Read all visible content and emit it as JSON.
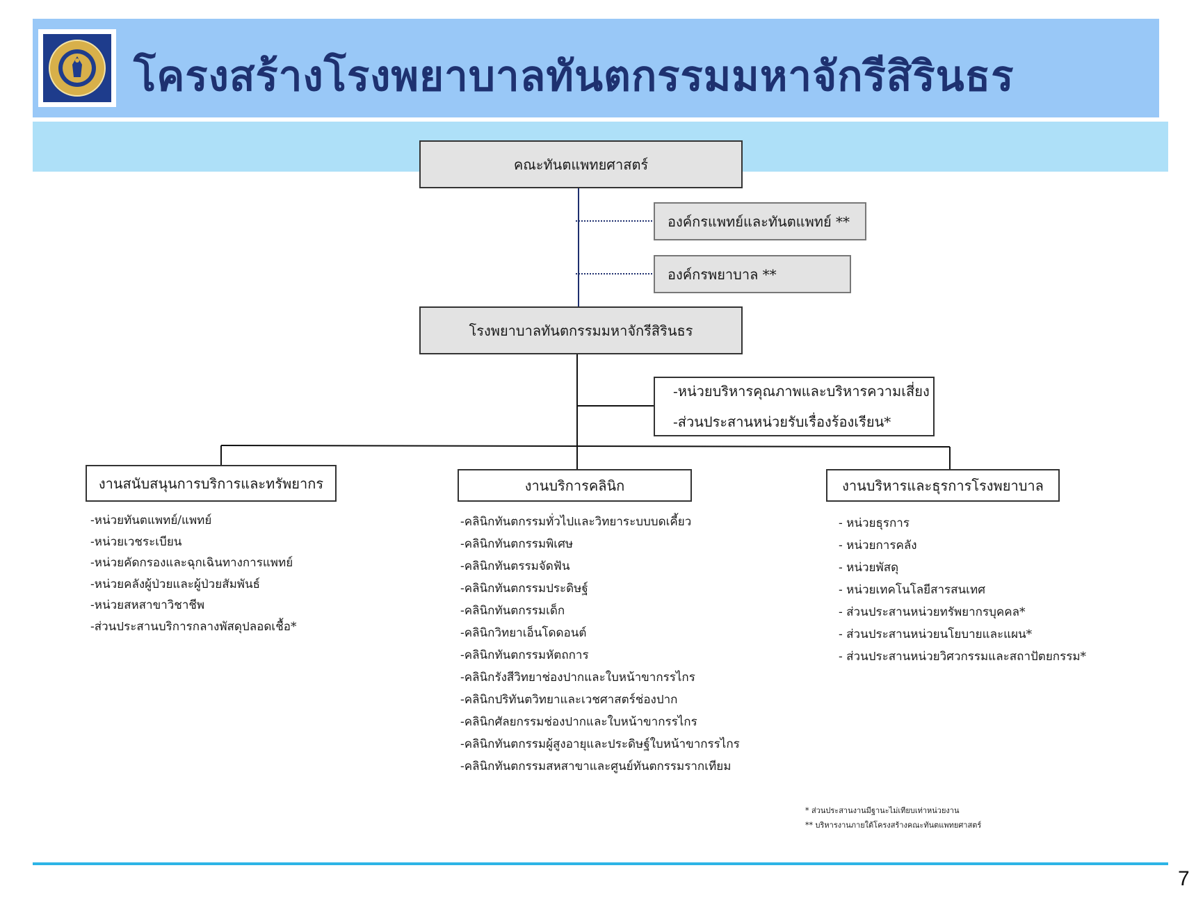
{
  "title": "โครงสร้างโรงพยาบาลทันตกรรมมหาจักรีสิรินธร",
  "colors": {
    "title_band": "#99c8f7",
    "subtitle_band": "#aee0f8",
    "title_text": "#1e3170",
    "logo_bg": "#1e3c8c",
    "logo_gold": "#d8b04a",
    "connector": "#1e2f6e",
    "bottom_rule": "#2db4e6"
  },
  "logo_icon": "university-seal-icon",
  "org": {
    "faculty": "คณะทันตแพทยศาสตร์",
    "medical_org": "องค์กรแพทย์และทันตแพทย์  **",
    "nursing_org": "องค์กรพยาบาล   **",
    "hospital": "โรงพยาบาลทันตกรรมมหาจักรีสิรินธร",
    "quality_units": [
      "-หน่วยบริหารคุณภาพและบริหารความเสี่ยง",
      "-ส่วนประสานหน่วยรับเรื่องร้องเรียน*"
    ],
    "departments": [
      {
        "label": "งานสนับสนุนการบริการและทรัพยากร",
        "items": [
          "-หน่วยทันตแพทย์/แพทย์",
          "-หน่วยเวชระเบียน",
          "-หน่วยคัดกรองและฉุกเฉินทางการแพทย์",
          "-หน่วยคลังผู้ป่วยและผู้ป่วยสัมพันธ์",
          "-หน่วยสหสาขาวิชาชีพ",
          "-ส่วนประสานบริการกลางพัสดุปลอดเชื้อ*"
        ]
      },
      {
        "label": "งานบริการคลินิก",
        "items": [
          "-คลินิกทันตกรรมทั่วไปและวิทยาระบบบดเคี้ยว",
          "-คลินิกทันตกรรมพิเศษ",
          "-คลินิกทันตรรมจัดฟัน",
          "-คลินิกทันตกรรมประดิษฐ์",
          "-คลินิกทันตกรรมเด็ก",
          "-คลินิกวิทยาเอ็นโดดอนต์",
          "-คลินิกทันตกรรมหัตถการ",
          "-คลินิกรังสีวิทยาช่องปากและใบหน้าขากรรไกร",
          "-คลินิกปริทันตวิทยาและเวชศาสตร์ช่องปาก",
          "-คลินิกศัลยกรรมช่องปากและใบหน้าขากรรไกร",
          "-คลินิกทันตกรรมผู้สูงอายุและประดิษฐ์ใบหน้าขากรรไกร",
          "-คลินิกทันตกรรมสหสาขาและศูนย์ทันตกรรมรากเทียม"
        ]
      },
      {
        "label": "งานบริหารและธุรการโรงพยาบาล",
        "items": [
          "- หน่วยธุรการ",
          "- หน่วยการคลัง",
          "- หน่วยพัสดุ",
          "- หน่วยเทคโนโลยีสารสนเทศ",
          "- ส่วนประสานหน่วยทรัพยากรบุคคล*",
          "- ส่วนประสานหน่วยนโยบายและแผน*",
          "- ส่วนประสานหน่วยวิศวกรรมและสถาปัตยกรรม*"
        ]
      }
    ]
  },
  "notes": [
    "* ส่วนประสานงานมีฐานะไม่เทียบเท่าหน่วยงาน",
    "** บริหารงานภายใต้โครงสร้างคณะทันตแพทยศาสตร์"
  ],
  "page_number": "7"
}
